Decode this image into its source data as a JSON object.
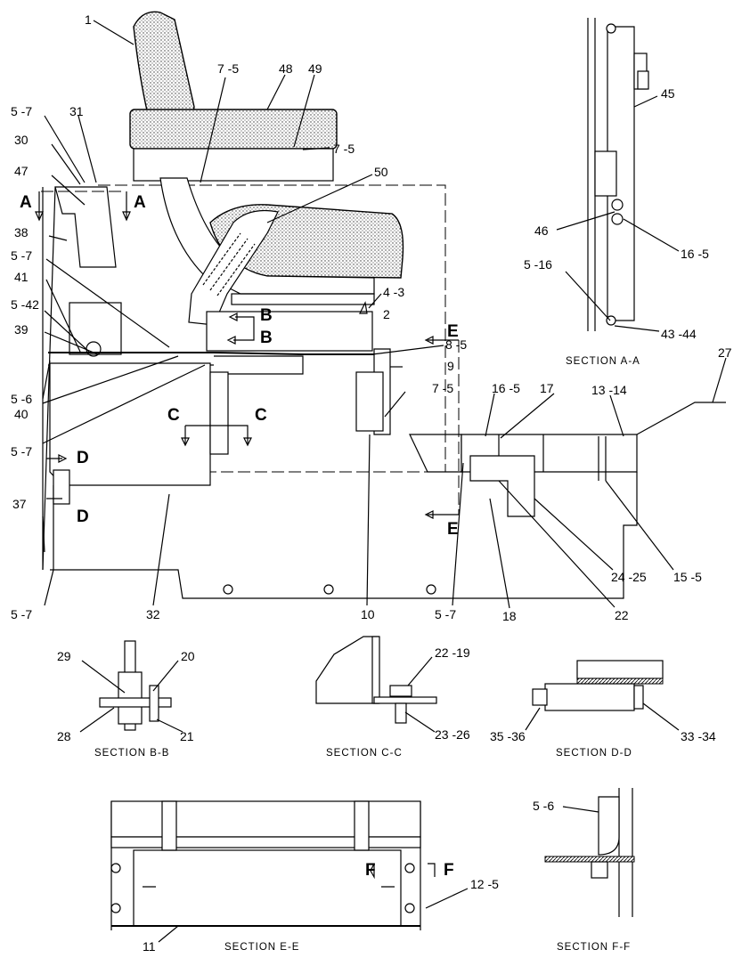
{
  "labels": {
    "l1": "1",
    "l7_5a": "7 -5",
    "l48": "48",
    "l49": "49",
    "l5_7a": "5 -7",
    "l31": "31",
    "l30": "30",
    "l7_5b": "7 -5",
    "l47": "47",
    "l50": "50",
    "l38": "38",
    "l5_7b": "5 -7",
    "l41": "41",
    "l5_42": "5 -42",
    "l39": "39",
    "l4_3": "4 -3",
    "l2": "2",
    "l8_5": "8 -5",
    "l9": "9",
    "l5_6a": "5 -6",
    "l40": "40",
    "l7_5c": "7 -5",
    "l16_5a": "16 -5",
    "l17": "17",
    "l13_14": "13 -14",
    "l27": "27",
    "l5_7c": "5 -7",
    "l37": "37",
    "l5_7d": "5 -7",
    "l32": "32",
    "l10": "10",
    "l5_7e": "5 -7",
    "l18": "18",
    "l22a": "22",
    "l24_25": "24 -25",
    "l15_5": "15 -5",
    "l45": "45",
    "l46": "46",
    "l16_5b": "16 -5",
    "l5_16": "5 -16",
    "l43_44": "43 -44",
    "l29": "29",
    "l20": "20",
    "l28": "28",
    "l21": "21",
    "l22_19": "22 -19",
    "l23_26": "23 -26",
    "l35_36": "35 -36",
    "l33_34": "33 -34",
    "l5_6b": "5 -6",
    "l12_5": "12 -5",
    "l11": "11"
  },
  "markers": {
    "a1": "A",
    "a2": "A",
    "b1": "B",
    "b2": "B",
    "c1": "C",
    "c2": "C",
    "d1": "D",
    "d2": "D",
    "e1": "E",
    "e2": "E",
    "f1": "F",
    "f2": "F"
  },
  "sections": {
    "aa": "SECTION A-A",
    "bb": "SECTION B-B",
    "cc": "SECTION C-C",
    "dd": "SECTION D-D",
    "ee": "SECTION E-E",
    "ff": "SECTION F-F"
  }
}
